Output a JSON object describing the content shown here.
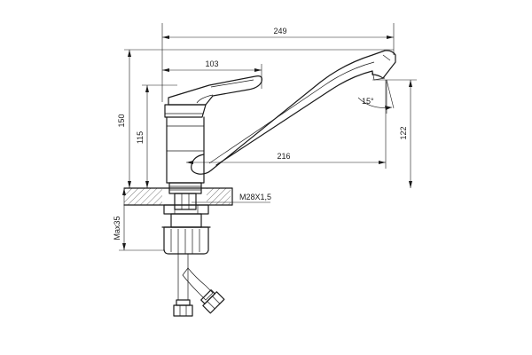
{
  "dimensions": {
    "overall_length": "249",
    "lever_length": "103",
    "total_height": "150",
    "body_height": "115",
    "spout_reach": "216",
    "spout_height": "122",
    "spout_angle": "15°",
    "thread": "M28X1,5",
    "max_thickness": "Max35"
  }
}
